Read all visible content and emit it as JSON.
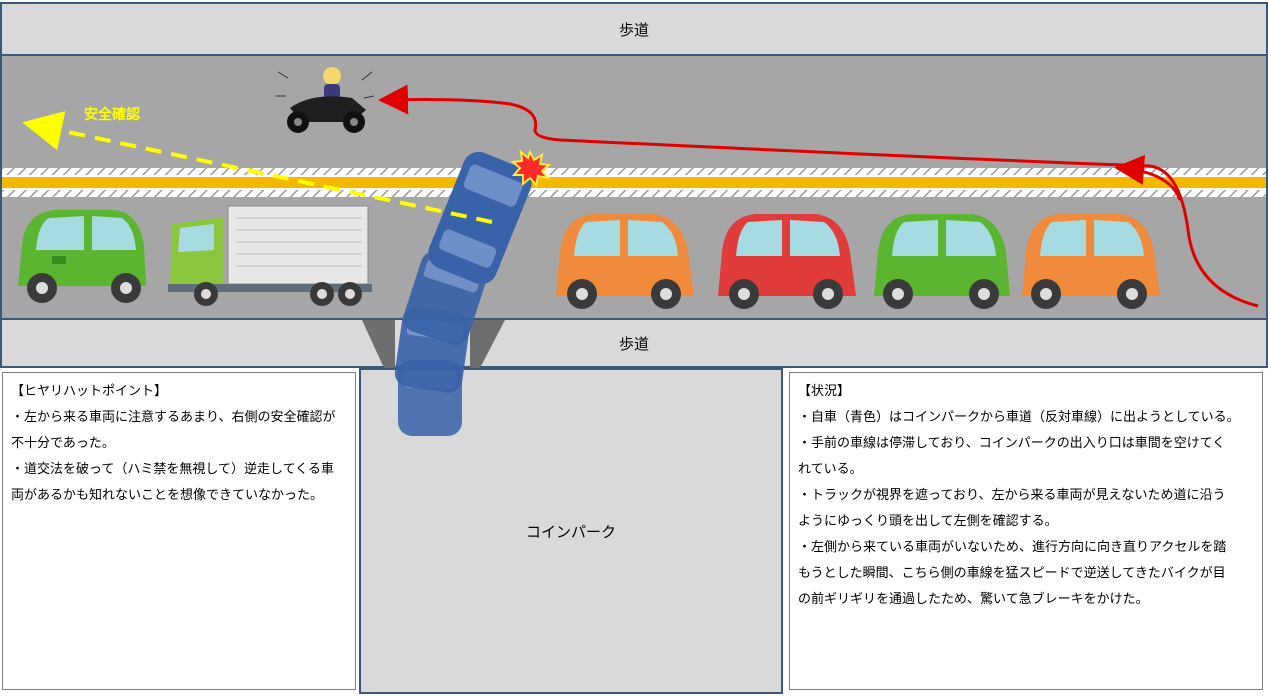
{
  "sidewalk_top": "歩道",
  "sidewalk_bottom": "歩道",
  "parking_label": "コインパーク",
  "safety_check_label": "安全確認",
  "hiyari_point": {
    "heading": "【ヒヤリハットポイント】",
    "lines": [
      "・左から来る車両に注意するあまり、右側の安全確認が",
      "不十分であった。",
      "・道交法を破って（ハミ禁を無視して）逆走してくる車",
      "両があるかも知れないことを想像できていなかった。"
    ]
  },
  "situation": {
    "heading": "【状況】",
    "lines": [
      "・自車（青色）はコインパークから車道（反対車線）に出ようとしている。",
      "・手前の車線は停滞しており、コインパークの出入り口は車間を空けてく",
      "れている。",
      "・トラックが視界を遮っており、左から来る車両が見えないため道に沿う",
      "ようにゆっくり頭を出して左側を確認する。",
      "・左側から来ている車両がいないため、進行方向に向き直りアクセルを踏",
      "もうとした瞬間、こちら側の車線を猛スピードで逆送してきたバイクが目",
      "の前ギリギリを通過したため、驚いて急ブレーキをかけた。"
    ]
  },
  "colors": {
    "road": "#a6a6a6",
    "sidewalk": "#d9d9d9",
    "border": "#3b5878",
    "center_line": "#f5b800",
    "arrow_red": "#e00000",
    "arrow_yellow": "#ffff00",
    "own_car": "#3a62a8"
  },
  "icons": [
    "motorcycle-icon",
    "truck-icon",
    "car-icon",
    "collision-icon"
  ]
}
